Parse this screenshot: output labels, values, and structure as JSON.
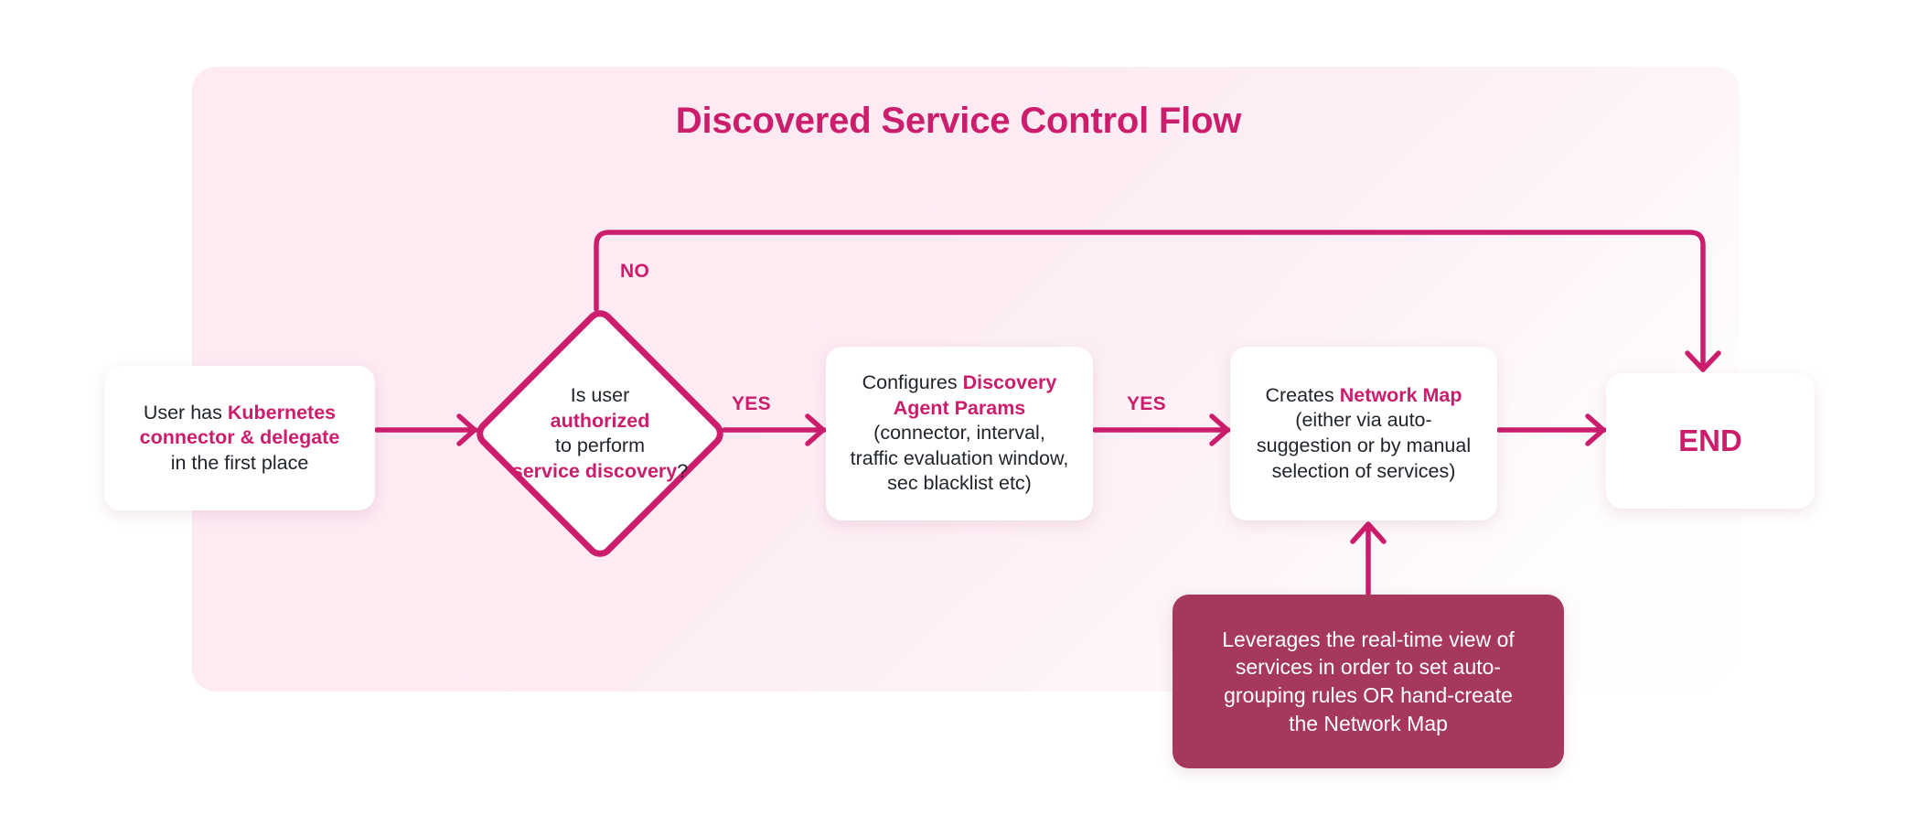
{
  "diagram": {
    "title": "Discovered Service Control Flow",
    "type": "flowchart",
    "colors": {
      "accent": "#cc1d6c",
      "panel_background": "#fdeaf3",
      "node_background": "#ffffff",
      "callout_background": "#a6385d",
      "callout_text": "#ffffff",
      "body_text": "#20252b"
    }
  },
  "nodes": {
    "user": {
      "id": "user-has-connector",
      "shape": "rounded-rect",
      "lines": [
        {
          "plain_before": "User has ",
          "highlight": "Kubernetes",
          "plain_after": ""
        },
        {
          "plain_before": "",
          "highlight": "connector & delegate",
          "plain_after": ""
        },
        {
          "plain_before": "in the first place",
          "highlight": "",
          "plain_after": ""
        }
      ],
      "text": "User has Kubernetes connector & delegate in the first place"
    },
    "decision": {
      "id": "is-user-authorized",
      "shape": "diamond",
      "lines": [
        {
          "plain_before": "Is user",
          "highlight": "",
          "plain_after": ""
        },
        {
          "plain_before": "",
          "highlight": "authorized",
          "plain_after": ""
        },
        {
          "plain_before": "to perform",
          "highlight": "",
          "plain_after": ""
        },
        {
          "plain_before": "",
          "highlight": "service discovery",
          "plain_after": "?"
        }
      ],
      "text": "Is user authorized to perform service discovery?"
    },
    "config": {
      "id": "configures-discovery-agent-params",
      "shape": "rounded-rect",
      "lines": [
        {
          "plain_before": "Configures ",
          "highlight": "Discovery",
          "plain_after": ""
        },
        {
          "plain_before": "",
          "highlight": "Agent Params",
          "plain_after": ""
        },
        {
          "plain_before": "(connector, interval,",
          "highlight": "",
          "plain_after": ""
        },
        {
          "plain_before": "traffic evaluation window,",
          "highlight": "",
          "plain_after": ""
        },
        {
          "plain_before": "sec blacklist etc)",
          "highlight": "",
          "plain_after": ""
        }
      ],
      "text": "Configures Discovery Agent Params (connector, interval, traffic evaluation window, sec blacklist etc)"
    },
    "netmap": {
      "id": "creates-network-map",
      "shape": "rounded-rect",
      "lines": [
        {
          "plain_before": "Creates ",
          "highlight": "Network Map",
          "plain_after": ""
        },
        {
          "plain_before": "(either via auto-",
          "highlight": "",
          "plain_after": ""
        },
        {
          "plain_before": "suggestion or by manual",
          "highlight": "",
          "plain_after": ""
        },
        {
          "plain_before": "selection of services)",
          "highlight": "",
          "plain_after": ""
        }
      ],
      "text": "Creates Network Map (either via auto-suggestion or by manual selection of services)"
    },
    "end": {
      "id": "end",
      "shape": "rounded-rect",
      "label": "END"
    },
    "callout": {
      "id": "leverages-real-time-view",
      "shape": "rounded-rect-filled",
      "lines": [
        "Leverages the real-time view of",
        "services in order to set auto-",
        "grouping rules OR hand-create",
        "the Network Map"
      ],
      "text": "Leverages the real-time view of services in order to set auto-grouping rules OR hand-create the Network Map"
    }
  },
  "edges": [
    {
      "from": "user",
      "to": "decision",
      "label": ""
    },
    {
      "from": "decision",
      "to": "config",
      "label": "YES"
    },
    {
      "from": "config",
      "to": "netmap",
      "label": "YES"
    },
    {
      "from": "netmap",
      "to": "end",
      "label": ""
    },
    {
      "from": "decision",
      "to": "end",
      "label": "NO"
    },
    {
      "from": "callout",
      "to": "netmap",
      "label": ""
    }
  ],
  "labels": {
    "no": "NO",
    "yes_1": "YES",
    "yes_2": "YES"
  }
}
